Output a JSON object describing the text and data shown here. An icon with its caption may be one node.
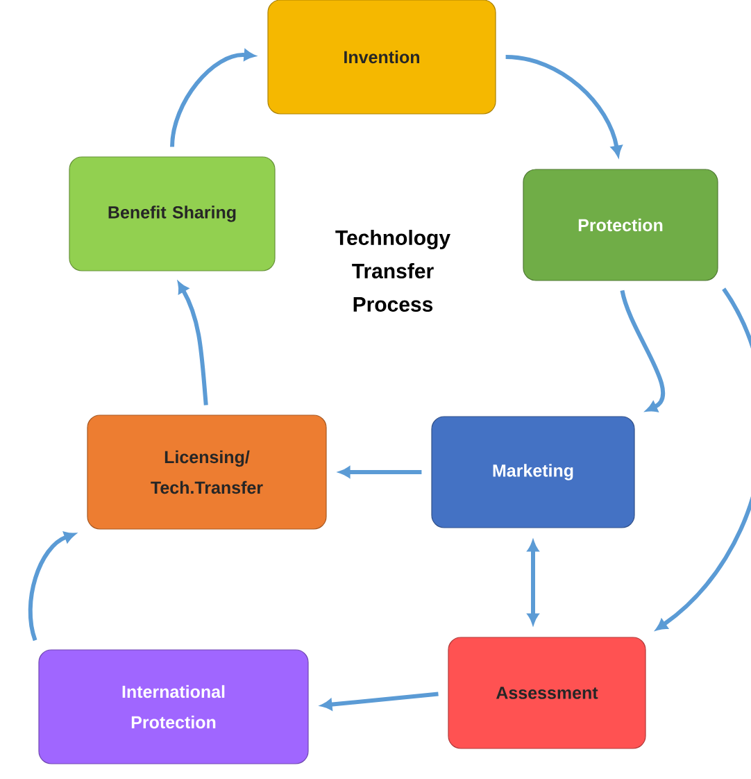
{
  "diagram": {
    "title": "Technology Transfer Process",
    "nodes": [
      {
        "text": [
          "Invention"
        ]
      },
      {
        "text": [
          "Protection"
        ]
      },
      {
        "text": [
          "Marketing"
        ]
      },
      {
        "text": [
          "Assessment"
        ]
      },
      {
        "text": [
          "International Protection"
        ]
      },
      {
        "text": [
          "Licensing/ Tech.Transfer"
        ]
      },
      {
        "text": [
          "Benefit Sharing"
        ]
      }
    ],
    "edges": [
      {
        "from": 0,
        "to": 1,
        "arrow": "to"
      },
      {
        "from": 1,
        "to": 2,
        "arrow": "to"
      },
      {
        "from": 1,
        "to": 3,
        "arrow": "to"
      },
      {
        "from": 2,
        "to": 3,
        "arrow": "both"
      },
      {
        "from": 2,
        "to": 5,
        "arrow": "to"
      },
      {
        "from": 3,
        "to": 4,
        "arrow": "to"
      },
      {
        "from": 4,
        "to": 5,
        "arrow": "to"
      },
      {
        "from": 5,
        "to": 6,
        "arrow": "to"
      },
      {
        "from": 6,
        "to": 0,
        "arrow": "to"
      }
    ]
  }
}
